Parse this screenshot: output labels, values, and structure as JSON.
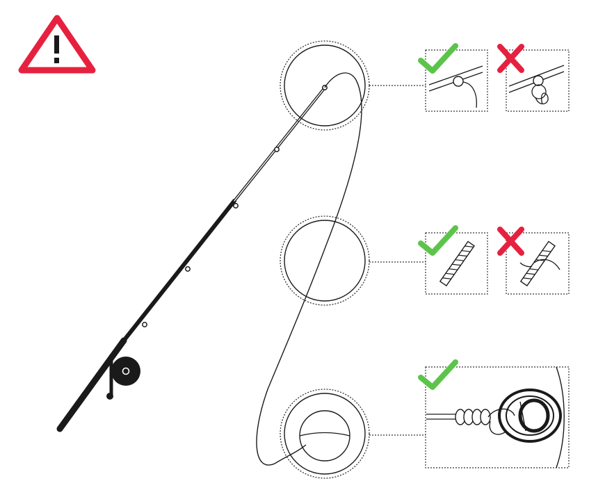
{
  "warning": {
    "icon": "warning-triangle-icon",
    "glyph": "!",
    "color": "#e6213f"
  },
  "rod": {
    "icon": "fishing-rod-icon",
    "reel_icon": "fishing-reel-icon"
  },
  "details": [
    {
      "name": "rod-tip-guide",
      "correct": {
        "icon": "line-through-tip-guide-icon",
        "mark": "check-mark-icon"
      },
      "incorrect": {
        "icon": "line-wrapped-around-tip-icon",
        "mark": "cross-mark-icon"
      }
    },
    {
      "name": "line-condition",
      "correct": {
        "icon": "intact-twisted-line-icon",
        "mark": "check-mark-icon"
      },
      "incorrect": {
        "icon": "frayed-line-icon",
        "mark": "cross-mark-icon"
      }
    },
    {
      "name": "knot-on-reel-spool",
      "correct": {
        "icon": "knot-tied-to-spool-icon",
        "mark": "check-mark-icon"
      }
    }
  ],
  "colors": {
    "check": "#5cc44a",
    "cross": "#e6213f",
    "line": "#1a1a1a",
    "dotted": "#333333"
  }
}
